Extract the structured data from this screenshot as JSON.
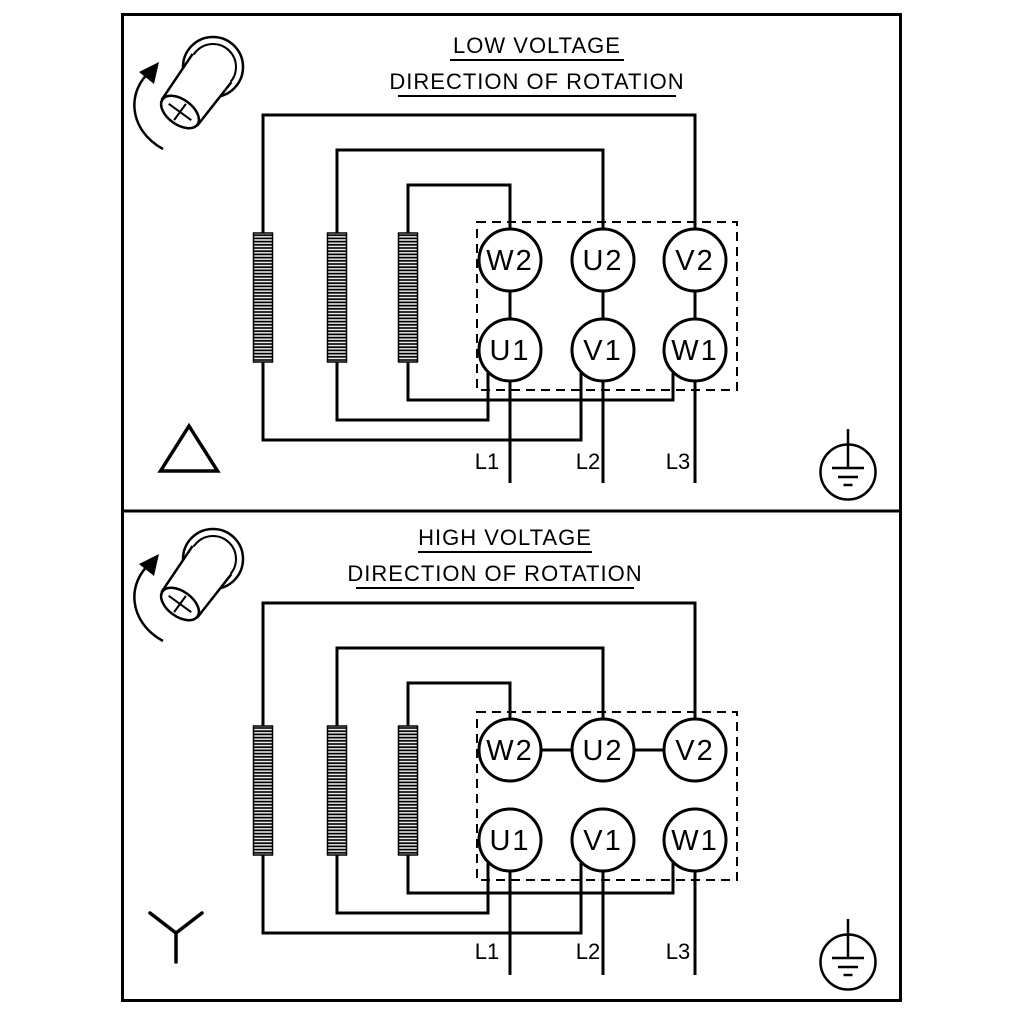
{
  "diagram": {
    "type": "motor-terminal-wiring-diagram",
    "colors": {
      "line": "#000000",
      "background": "#ffffff"
    },
    "panels": [
      {
        "title": "LOW VOLTAGE",
        "subtitle": "DIRECTION OF ROTATION",
        "connection_symbol": "delta",
        "terminals_top": [
          "W2",
          "U2",
          "V2"
        ],
        "terminals_bottom": [
          "U1",
          "V1",
          "W1"
        ],
        "leads": [
          "L1",
          "L2",
          "L3"
        ],
        "icons": [
          "shaft-rotation-icon",
          "delta-icon",
          "earth-ground-icon"
        ]
      },
      {
        "title": "HIGH VOLTAGE",
        "subtitle": "DIRECTION OF ROTATION",
        "connection_symbol": "star",
        "terminals_top": [
          "W2",
          "U2",
          "V2"
        ],
        "terminals_bottom": [
          "U1",
          "V1",
          "W1"
        ],
        "leads": [
          "L1",
          "L2",
          "L3"
        ],
        "icons": [
          "shaft-rotation-icon",
          "star-icon",
          "earth-ground-icon"
        ]
      }
    ]
  }
}
